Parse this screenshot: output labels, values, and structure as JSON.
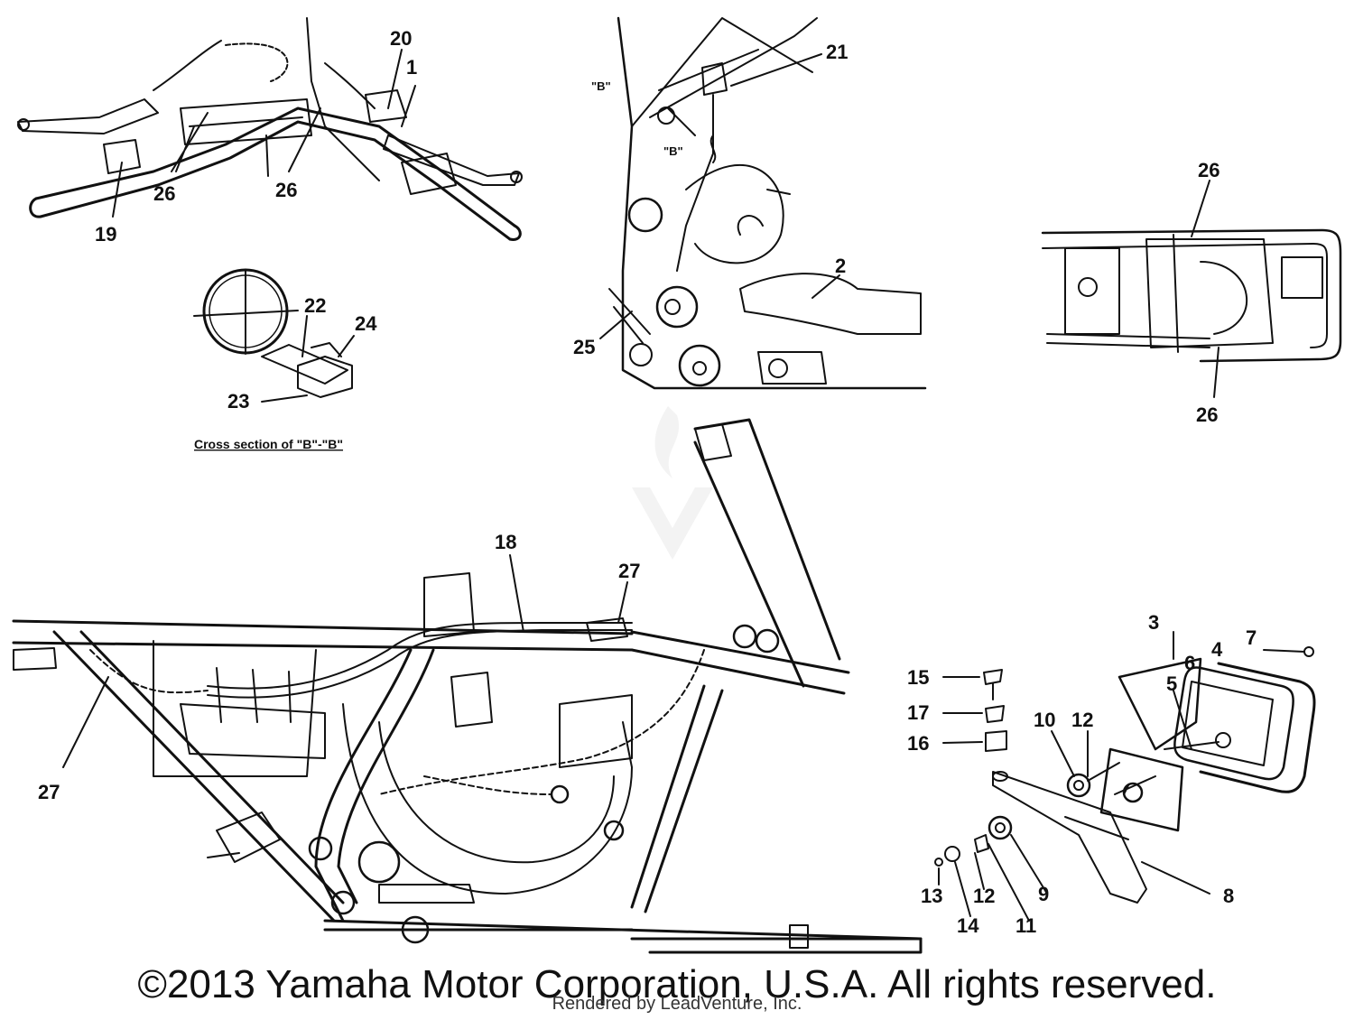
{
  "callouts": {
    "c1": "1",
    "c2": "2",
    "c3": "3",
    "c4": "4",
    "c5": "5",
    "c6": "6",
    "c7": "7",
    "c8": "8",
    "c9": "9",
    "c10": "10",
    "c11": "11",
    "c12a": "12",
    "c12b": "12",
    "c13": "13",
    "c14": "14",
    "c15": "15",
    "c16": "16",
    "c17": "17",
    "c18": "18",
    "c19": "19",
    "c20": "20",
    "c21": "21",
    "c22": "22",
    "c23": "23",
    "c24": "24",
    "c25": "25",
    "c26a": "26",
    "c26b": "26",
    "c26c": "26",
    "c26d": "26",
    "c27a": "27",
    "c27b": "27"
  },
  "section_marks": {
    "b1": "\"B\"",
    "b2": "\"B\""
  },
  "cross_section_caption": "Cross section of \"B\"-\"B\"",
  "copyright": "©2013 Yamaha Motor Corporation, U.S.A. All rights reserved.",
  "rendered_by": "Rendered by LeadVenture, Inc.",
  "colors": {
    "ink": "#111111",
    "background": "#ffffff",
    "watermark": "#e6e6e6"
  }
}
